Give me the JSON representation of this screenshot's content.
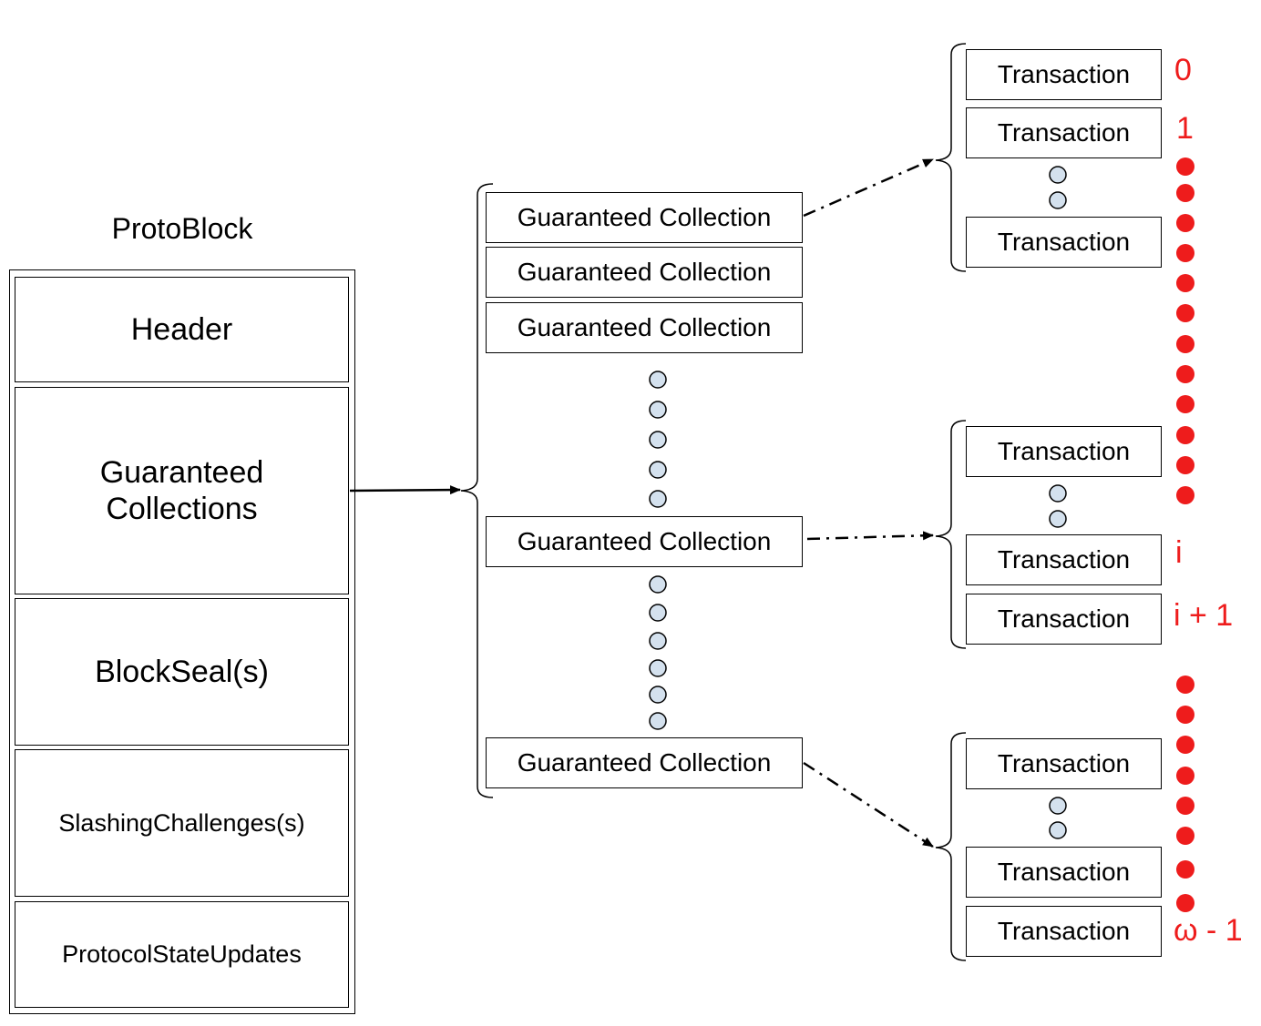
{
  "protoblock": {
    "title": "ProtoBlock",
    "sections": {
      "header": "Header",
      "guaranteed_collections": "Guaranteed Collections",
      "block_seals": "BlockSeal(s)",
      "slashing_challenges": "SlashingChallenges(s)",
      "protocol_state_updates": "ProtocolStateUpdates"
    }
  },
  "collections": [
    "Guaranteed Collection",
    "Guaranteed Collection",
    "Guaranteed Collection",
    "Guaranteed Collection",
    "Guaranteed Collection"
  ],
  "transaction_groups": [
    {
      "items": [
        "Transaction",
        "Transaction",
        "Transaction"
      ]
    },
    {
      "items": [
        "Transaction",
        "Transaction",
        "Transaction"
      ]
    },
    {
      "items": [
        "Transaction",
        "Transaction",
        "Transaction"
      ]
    }
  ],
  "indices": {
    "first": "0",
    "second": "1",
    "i": "i",
    "i_plus_1": "i + 1",
    "last": "ω - 1"
  },
  "colors": {
    "accent_red": "#ee1c1c",
    "ellipsis_fill": "#d4e1ee",
    "line": "#000000"
  }
}
